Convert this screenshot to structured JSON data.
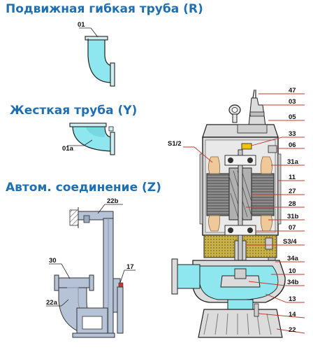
{
  "titles": {
    "flexible": "Подвижная гибкая труба (R)",
    "rigid": "Жесткая труба (Y)",
    "auto": "Автом. соединение (Z)"
  },
  "colors": {
    "title": "#1f6fb2",
    "water": "#8ee6ee",
    "body": "#dcdcdc",
    "stator": "#9a9a9a",
    "winding": "#f0c99a",
    "oil": "#c9b24a",
    "leader": "#c0392b",
    "frame": "#b6c3d6"
  },
  "labels": {
    "p01": "01",
    "p01a": "01a",
    "p22b": "22b",
    "p30": "30",
    "p17": "17",
    "p22a": "22a",
    "p47": "47",
    "p03": "03",
    "p05": "05",
    "p33": "33",
    "p06": "06",
    "s12": "S1/2",
    "p31a": "31a",
    "p11": "11",
    "p27": "27",
    "p28": "28",
    "p31b": "31b",
    "p07": "07",
    "s34": "S3/4",
    "p34a": "34a",
    "p10": "10",
    "p34b": "34b",
    "p13": "13",
    "p14": "14",
    "p22": "22"
  }
}
